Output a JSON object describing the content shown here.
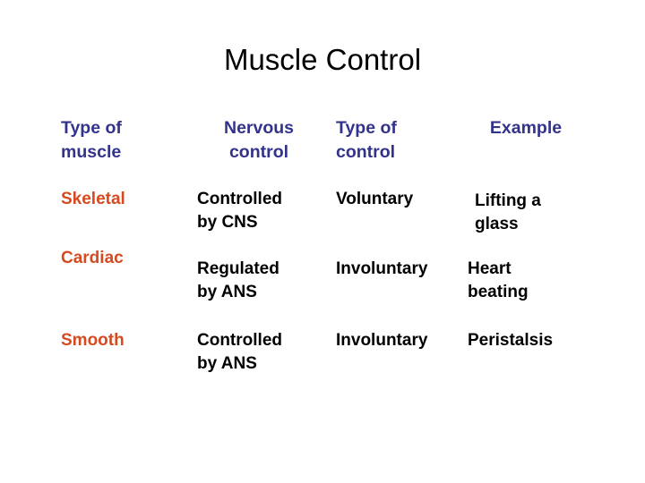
{
  "slide": {
    "title": "Muscle Control",
    "colors": {
      "title": "#000000",
      "header": "#33338C",
      "muscle_type": "#D64A20",
      "body": "#000000",
      "background": "#FFFFFF"
    }
  },
  "table": {
    "headers": [
      "Type of\nmuscle",
      "Nervous\ncontrol",
      "Type of\ncontrol",
      "Example"
    ],
    "rows": [
      {
        "muscle": "Skeletal",
        "nervous_control": "Controlled\nby CNS",
        "type_of_control": "Voluntary",
        "example": "Lifting a\nglass"
      },
      {
        "muscle": "Cardiac",
        "nervous_control": "Regulated\nby ANS",
        "type_of_control": "Involuntary",
        "example": "Heart\nbeating"
      },
      {
        "muscle": "Smooth",
        "nervous_control": "Controlled\nby ANS",
        "type_of_control": "Involuntary",
        "example": "Peristalsis"
      }
    ]
  }
}
